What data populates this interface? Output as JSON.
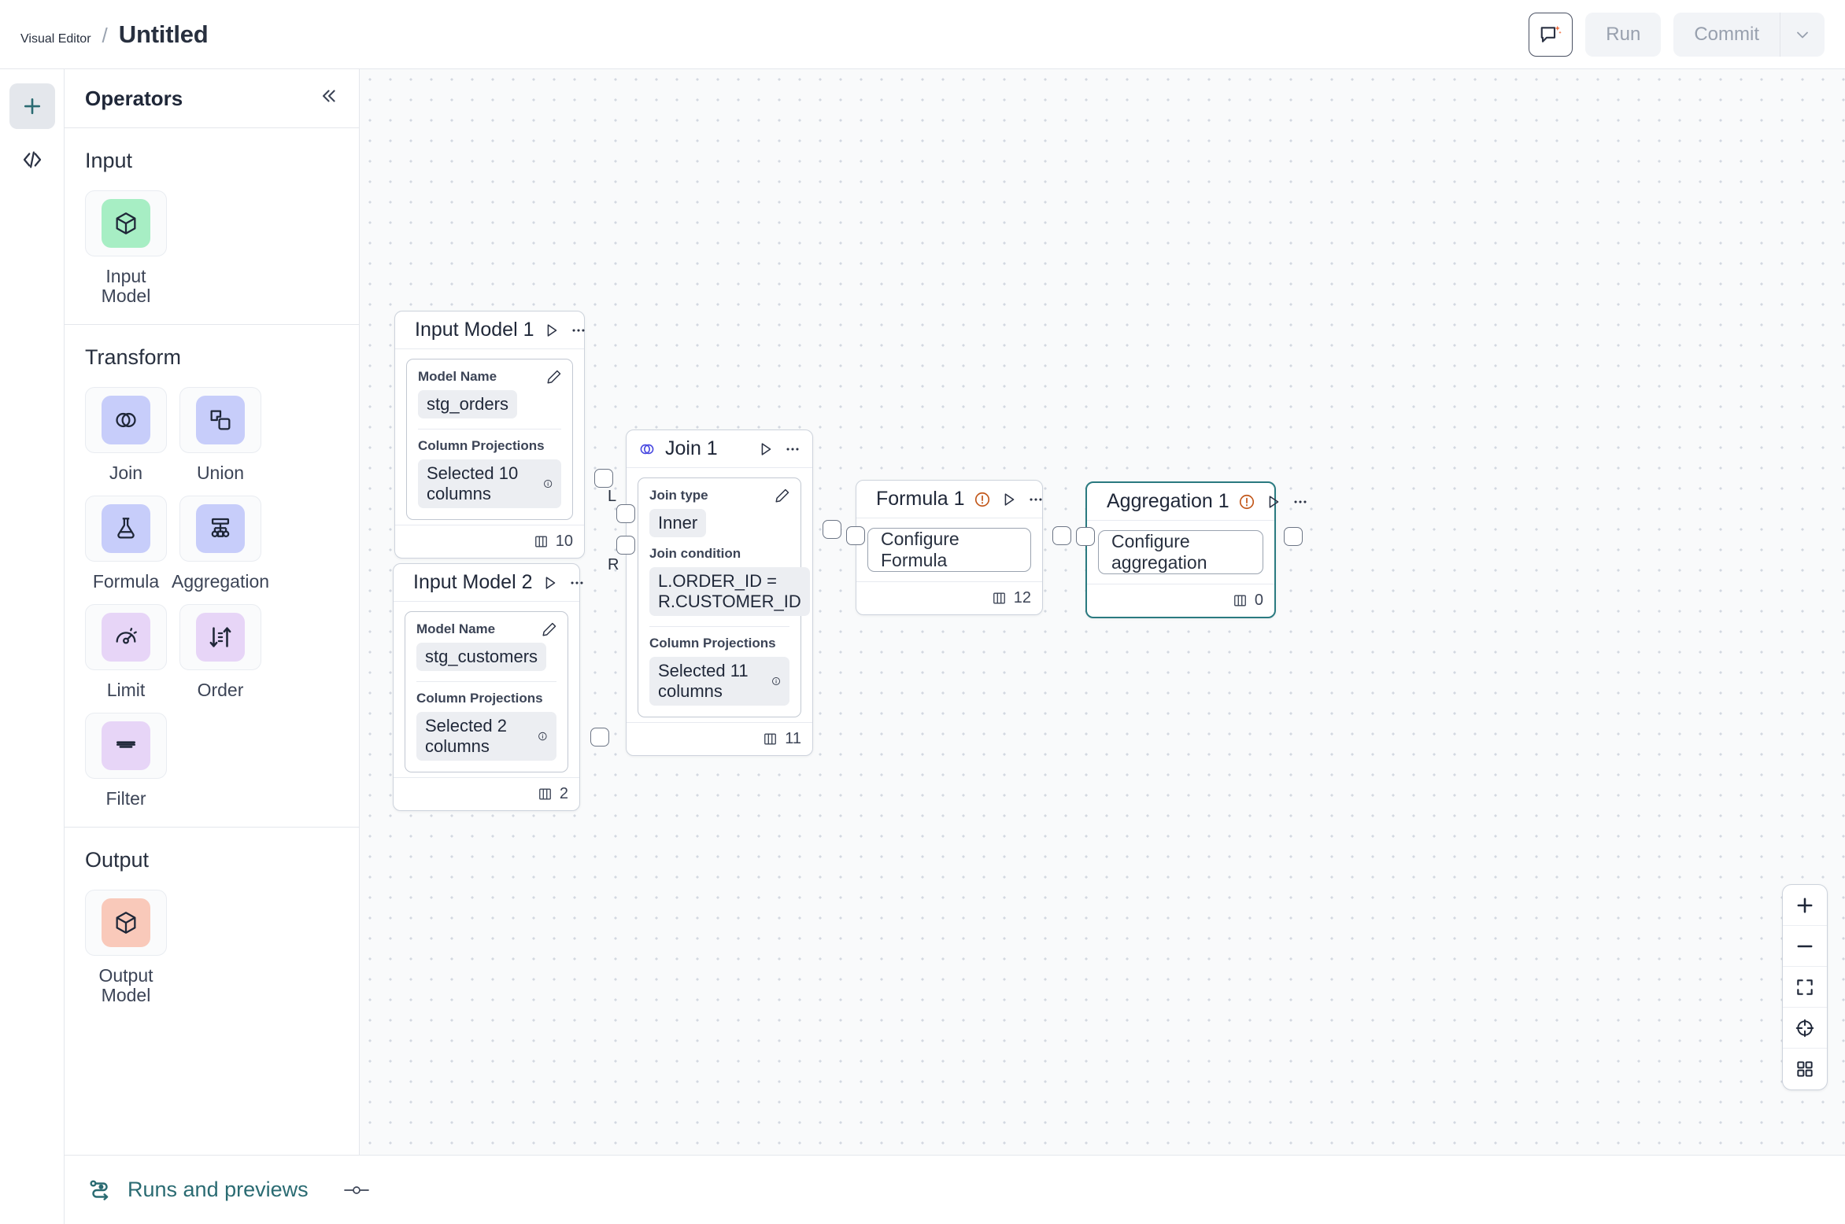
{
  "header": {
    "breadcrumb_root": "Visual Editor",
    "breadcrumb_separator": "/",
    "breadcrumb_leaf": "Untitled",
    "ai_icon": "ai-chat-icon",
    "run_label": "Run",
    "commit_label": "Commit",
    "commit_chevron_icon": "chevron-down-icon",
    "accent_teal": "#2a6b72"
  },
  "rail": {
    "add_icon": "plus-icon",
    "code_icon": "code-brackets-icon"
  },
  "panel": {
    "title": "Operators",
    "collapse_icon": "double-chevron-left-icon",
    "sections": [
      {
        "title": "Input",
        "items": [
          {
            "label": "Input Model",
            "icon": "cube-icon",
            "chip_color": "#a7eec4"
          }
        ]
      },
      {
        "title": "Transform",
        "items": [
          {
            "label": "Join",
            "icon": "venn-circles-icon",
            "chip_color": "#c7cdfa"
          },
          {
            "label": "Union",
            "icon": "union-shapes-icon",
            "chip_color": "#c7cdfa"
          },
          {
            "label": "Formula",
            "icon": "flask-icon",
            "chip_color": "#c7cdfa"
          },
          {
            "label": "Aggregation",
            "icon": "hierarchy-icon",
            "chip_color": "#c7cdfa"
          },
          {
            "label": "Limit",
            "icon": "gauge-icon",
            "chip_color": "#e7d5f7"
          },
          {
            "label": "Order",
            "icon": "sort-arrows-icon",
            "chip_color": "#e7d5f7"
          },
          {
            "label": "Filter",
            "icon": "funnel-lines-icon",
            "chip_color": "#e7d5f7"
          }
        ]
      },
      {
        "title": "Output",
        "items": [
          {
            "label": "Output Model",
            "icon": "cube-icon",
            "chip_color": "#f9c9ba"
          }
        ]
      }
    ]
  },
  "canvas": {
    "nodes": [
      {
        "id": "input-model-1",
        "title": "Input Model 1",
        "icon": "cube-icon",
        "icon_color": "#3f9d63",
        "selected": false,
        "has_warning": false,
        "play_icon": "play-icon",
        "menu_icon": "more-horizontal-icon",
        "edit_icon": "pencil-icon",
        "fields": [
          {
            "label": "Model Name",
            "value": "stg_orders",
            "info": false
          },
          {
            "label": "Column Projections",
            "value": "Selected 10 columns",
            "info": true
          }
        ],
        "column_count": "10",
        "column_icon": "columns-icon"
      },
      {
        "id": "input-model-2",
        "title": "Input Model 2",
        "icon": "cube-icon",
        "icon_color": "#3f9d63",
        "selected": false,
        "has_warning": false,
        "play_icon": "play-icon",
        "menu_icon": "more-horizontal-icon",
        "edit_icon": "pencil-icon",
        "fields": [
          {
            "label": "Model Name",
            "value": "stg_customers",
            "info": false
          },
          {
            "label": "Column Projections",
            "value": "Selected 2 columns",
            "info": true
          }
        ],
        "column_count": "2",
        "column_icon": "columns-icon"
      },
      {
        "id": "join-1",
        "title": "Join 1",
        "icon": "venn-circles-icon",
        "icon_color": "#4a4ae0",
        "selected": false,
        "has_warning": false,
        "play_icon": "play-icon",
        "menu_icon": "more-horizontal-icon",
        "edit_icon": "pencil-icon",
        "fields": [
          {
            "label": "Join type",
            "value": "Inner",
            "info": false
          },
          {
            "label": "Join condition",
            "value": "L.ORDER_ID = R.CUSTOMER_ID",
            "info": false
          },
          {
            "label": "Column Projections",
            "value": "Selected 11 columns",
            "info": true
          }
        ],
        "port_left_label": "L",
        "port_right_label": "R",
        "column_count": "11",
        "column_icon": "columns-icon"
      },
      {
        "id": "formula-1",
        "title": "Formula 1",
        "icon": "flask-icon",
        "icon_color": "#5b5bef",
        "selected": false,
        "has_warning": true,
        "warning_icon": "alert-circle-icon",
        "warning_color": "#c2571a",
        "play_icon": "play-icon",
        "menu_icon": "more-horizontal-icon",
        "placeholder": "Configure Formula",
        "column_count": "12",
        "column_icon": "columns-icon"
      },
      {
        "id": "aggregation-1",
        "title": "Aggregation 1",
        "icon": "hierarchy-icon",
        "icon_color": "#5b5bef",
        "selected": true,
        "has_warning": true,
        "warning_icon": "alert-circle-icon",
        "warning_color": "#c2571a",
        "play_icon": "play-icon",
        "menu_icon": "more-horizontal-icon",
        "placeholder": "Configure aggregation",
        "column_count": "0",
        "column_icon": "columns-icon"
      }
    ],
    "zoom_controls": [
      {
        "icon": "zoom-in-icon"
      },
      {
        "icon": "zoom-out-icon"
      },
      {
        "icon": "fit-view-icon"
      },
      {
        "icon": "center-target-icon"
      },
      {
        "icon": "grid-toggle-icon"
      }
    ]
  },
  "bottom": {
    "runs_icon": "pipeline-runs-icon",
    "runs_label": "Runs and previews",
    "handle_icon": "drag-handle-icon"
  }
}
